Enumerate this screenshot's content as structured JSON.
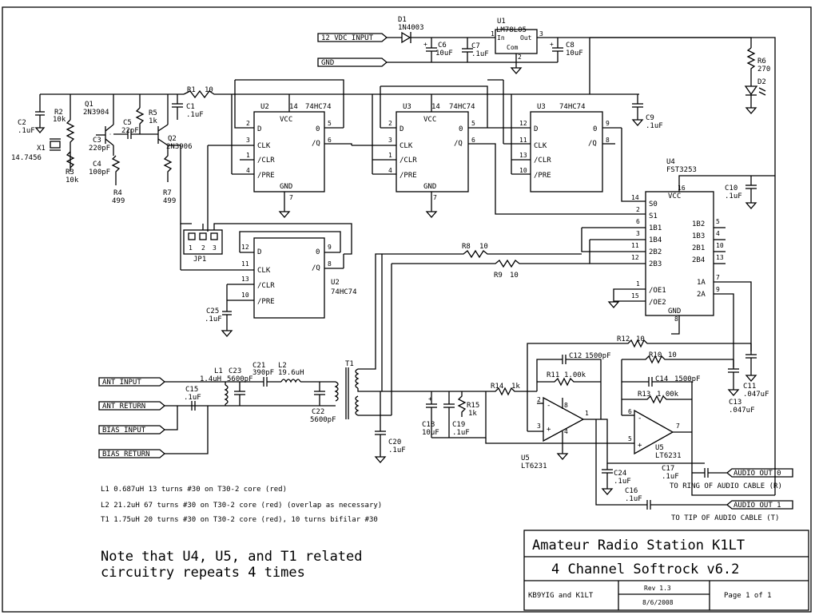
{
  "labels": {
    "d1": "D1",
    "d1_part": "1N4003",
    "u1": "U1",
    "u1_part": "LM78L05",
    "u1_in": "In",
    "u1_out": "Out",
    "u1_com": "Com",
    "c6": "C6",
    "c6_val": "10uF",
    "c7": "C7",
    "c7_val": ".1uF",
    "c8": "C8",
    "c8_val": "10uF",
    "r6": "R6",
    "r6_val": "270",
    "d2": "D2",
    "r1": "R1",
    "r1_val": "10",
    "q1": "Q1",
    "q1_part": "2N3904",
    "q2": "Q2",
    "q2_part": "2N3906",
    "r2": "R2",
    "r2_val": "10k",
    "r3": "R3",
    "r3_val": "10k",
    "r4": "R4",
    "r4_val": "499",
    "r5": "R5",
    "r5_val": "1k",
    "r7": "R7",
    "r7_val": "499",
    "c1": "C1",
    "c1_val": ".1uF",
    "c2": "C2",
    "c2_val": ".1uF",
    "c3": "C3",
    "c3_val": "220pF",
    "c4": "C4",
    "c4_val": "100pF",
    "c5": "C5",
    "c5_val": "22pF",
    "x1": "X1",
    "x1_val": "14.7456",
    "u2": "U2",
    "u3": "U3",
    "u4": "U4",
    "ff_part": "74HC74",
    "vcc": "VCC",
    "gnd": "GND",
    "pin_d": "D",
    "pin_clk": "CLK",
    "pin_clr": "/CLR",
    "pin_pre": "/PRE",
    "pin_q": "Q",
    "pin_qn": "/Q",
    "c9": "C9",
    "c9_val": ".1uF",
    "c10": "C10",
    "c10_val": ".1uF",
    "u4_part": "FST3253",
    "s0": "S0",
    "s1": "S1",
    "b11": "1B1",
    "b14": "1B4",
    "b22": "2B2",
    "b23": "2B3",
    "b12": "1B2",
    "b13": "1B3",
    "b21": "2B1",
    "b24": "2B4",
    "oe1": "/OE1",
    "oe2": "/OE2",
    "a1": "1A",
    "a2": "2A",
    "jp1": "JP1",
    "c25": "C25",
    "c25_val": ".1uF",
    "r8": "R8",
    "r8_val": "10",
    "r9": "R9",
    "r9_val": "10",
    "r10": "R10",
    "r10_val": "10",
    "r12": "R12",
    "r12_val": "10",
    "c11": "C11",
    "c11_val": ".047uF",
    "c13": "C13",
    "c13_val": ".047uF",
    "l1": "L1",
    "l1_val": "1.4uH",
    "c23": "C23",
    "c23_val": "5600pF",
    "c21": "C21",
    "c21_val": "390pF",
    "l2": "L2",
    "l2_val": "19.6uH",
    "c22": "C22",
    "c22_val": "5600pF",
    "t1": "T1",
    "c15": "C15",
    "c15_val": ".1uF",
    "c12": "C12",
    "c12_val": "1500pF",
    "r11": "R11",
    "r11_val": "1.00k",
    "c14": "C14",
    "c14_val": "1500pF",
    "r13": "R13",
    "r13_val": "1.00k",
    "r14": "R14",
    "r14_val": "1k",
    "r15": "R15",
    "r15_val": "1k",
    "c18": "C18",
    "c18_val": "10uF",
    "c19": "C19",
    "c19_val": ".1uF",
    "c20": "C20",
    "c20_val": ".1uF",
    "u5": "U5",
    "u5_part": "LT6231",
    "c24": "C24",
    "c24_val": ".1uF",
    "c16": "C16",
    "c16_val": ".1uF",
    "c17": "C17",
    "c17_val": ".1uF",
    "ring_note": "TO RING OF AUDIO CABLE (R)",
    "tip_note": "TO TIP OF AUDIO CABLE (T)"
  },
  "ports": {
    "vdc_in": "12 VDC INPUT",
    "gnd": "GND",
    "ant_in": "ANT INPUT",
    "ant_ret": "ANT RETURN",
    "bias_in": "BIAS INPUT",
    "bias_ret": "BIAS RETURN",
    "audio0": "AUDIO OUT 0",
    "audio1": "AUDIO OUT 1"
  },
  "notes": {
    "l1": "L1 0.687uH 13 turns #30 on T30-2 core (red)",
    "l2": "L2 21.2uH 67 turns #30 on T30-2 core (red) (overlap as necessary)",
    "t1": "T1 1.75uH 20 turns #30 on T30-2 core (red), 10 turns bifilar #30",
    "big1": "Note that U4, U5, and T1 related",
    "big2": "circuitry repeats 4 times"
  },
  "title_block": {
    "station": "Amateur Radio Station K1LT",
    "project": "4 Channel Softrock v6.2",
    "authors": "KB9YIG and K1LT",
    "rev": "Rev 1.3",
    "date": "8/6/2008",
    "page": "Page 1 of 1"
  }
}
